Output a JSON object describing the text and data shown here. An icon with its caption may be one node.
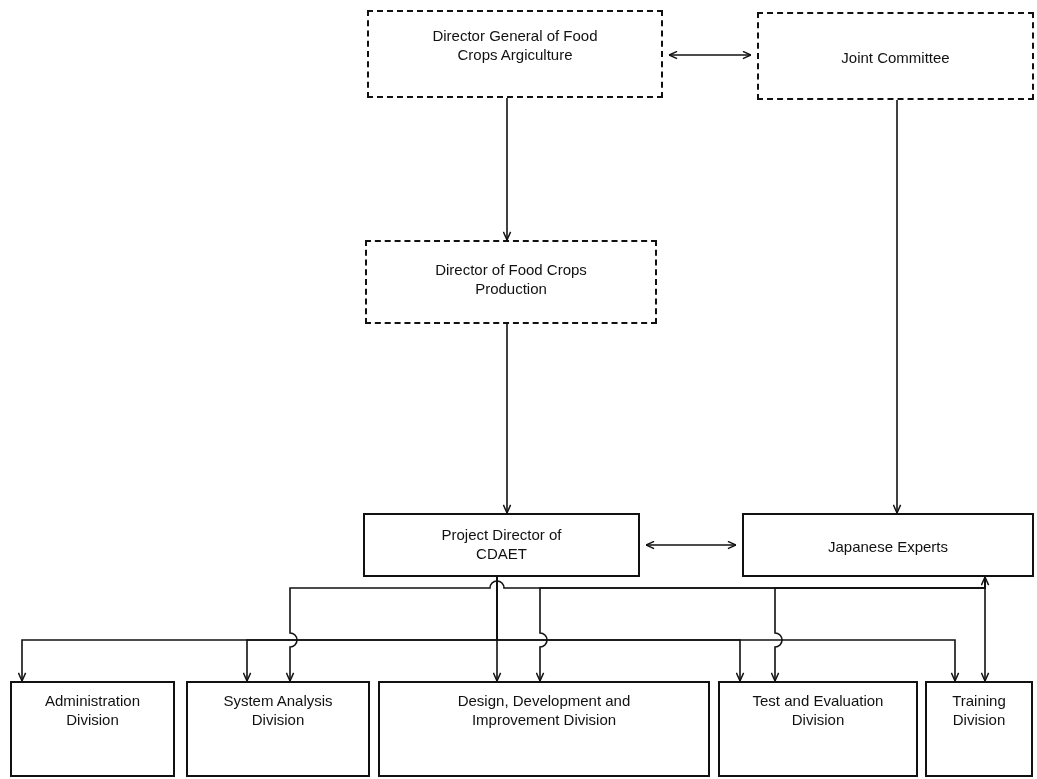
{
  "diagram": {
    "nodes": [
      {
        "text": [
          "Director General of Food Crops Argiculture"
        ]
      },
      {
        "text": [
          "Joint Committee"
        ]
      },
      {
        "text": [
          "Director of Food Crops Production"
        ]
      },
      {
        "text": [
          "Project Director of CDAET"
        ]
      },
      {
        "text": [
          "Japanese Experts"
        ]
      },
      {
        "text": [
          "Administration Division"
        ]
      },
      {
        "text": [
          "System Analysis Division"
        ]
      },
      {
        "text": [
          "Design, Development and Improvement Division"
        ]
      },
      {
        "text": [
          "Test and Evaluation Division"
        ]
      },
      {
        "text": [
          "Training Division"
        ]
      }
    ],
    "edges": [
      {
        "from": 0,
        "to": 1,
        "arrow": "both"
      },
      {
        "from": 0,
        "to": 2,
        "arrow": "to"
      },
      {
        "from": 2,
        "to": 3,
        "arrow": "to"
      },
      {
        "from": 1,
        "to": 4,
        "arrow": "to"
      },
      {
        "from": 3,
        "to": 4,
        "arrow": "both"
      },
      {
        "from": 3,
        "to": 5,
        "arrow": "to"
      },
      {
        "from": 3,
        "to": 6,
        "arrow": "to"
      },
      {
        "from": 3,
        "to": 7,
        "arrow": "to"
      },
      {
        "from": 3,
        "to": 8,
        "arrow": "to"
      },
      {
        "from": 3,
        "to": 9,
        "arrow": "to"
      },
      {
        "from": 4,
        "to": 6,
        "arrow": "to"
      },
      {
        "from": 4,
        "to": 7,
        "arrow": "to"
      },
      {
        "from": 4,
        "to": 8,
        "arrow": "to"
      },
      {
        "from": 4,
        "to": 9,
        "arrow": "both"
      }
    ]
  }
}
